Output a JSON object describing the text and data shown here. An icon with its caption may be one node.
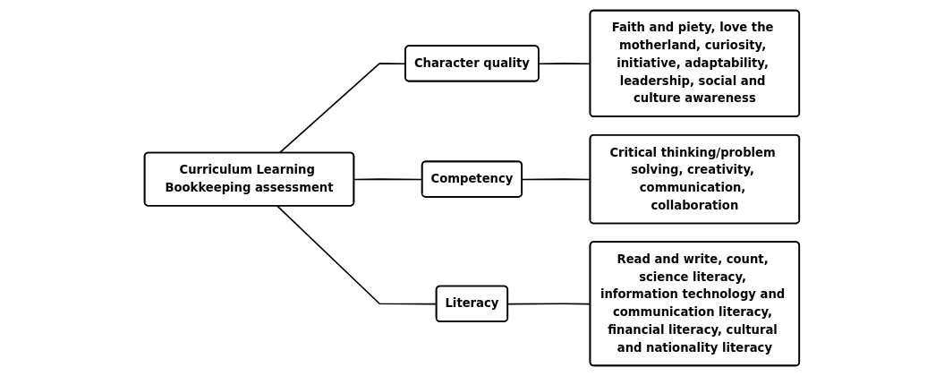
{
  "diagram": {
    "nodes": [
      {
        "text": [
          "Curriculum Learning Bookkeeping assessment"
        ]
      },
      {
        "text": [
          "Character quality"
        ]
      },
      {
        "text": [
          "Competency"
        ]
      },
      {
        "text": [
          "Literacy"
        ]
      },
      {
        "text": [
          "Faith and piety, love the motherland, curiosity, initiative, adaptability, leadership, social and culture awareness"
        ]
      },
      {
        "text": [
          "Critical thinking/problem solving, creativity, communication, collaboration"
        ]
      },
      {
        "text": [
          "Read and write, count, science literacy, information technology and communication literacy, financial literacy, cultural and nationality literacy"
        ]
      }
    ],
    "edges": [
      {
        "from": 0,
        "to": 1,
        "arrow": "none"
      },
      {
        "from": 0,
        "to": 2,
        "arrow": "none"
      },
      {
        "from": 0,
        "to": 3,
        "arrow": "none"
      },
      {
        "from": 1,
        "to": 4,
        "arrow": "none"
      },
      {
        "from": 2,
        "to": 5,
        "arrow": "none"
      },
      {
        "from": 3,
        "to": 6,
        "arrow": "none"
      }
    ]
  }
}
